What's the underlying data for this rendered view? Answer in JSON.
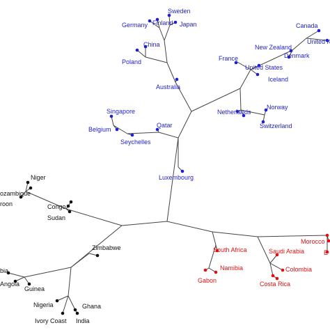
{
  "diagram": {
    "type": "phylogenetic-tree",
    "colors": {
      "edge": "#444444",
      "blue": "#1f1fd1",
      "black": "#111111",
      "red": "#dd1111"
    },
    "clusters": [
      {
        "id": "blue",
        "color": "#1f1fd1",
        "leaves": [
          "Germany",
          "Finland",
          "Sweden",
          "Japan",
          "China",
          "Poland",
          "Australia",
          "Canada",
          "United K",
          "New Zealand",
          "Denmark",
          "France",
          "United States",
          "Iceland",
          "Netherlands",
          "Norway",
          "Switzerland",
          "Singapore",
          "Qatar",
          "Belgium",
          "Seychelles",
          "Luxembourg"
        ]
      },
      {
        "id": "black",
        "color": "#111111",
        "leaves": [
          "Niger",
          "ozambique",
          "roon",
          "Congo",
          "Sudan",
          "Zimbabwe",
          "bia",
          "Angola",
          "Guinea",
          "Nigeria",
          "Ghana",
          "Ivory Coast",
          "India"
        ]
      },
      {
        "id": "red",
        "color": "#dd1111",
        "leaves": [
          "South Africa",
          "Namibia",
          "Gabon",
          "Saudi Arabia",
          "Colombia",
          "Costa Rica",
          "Morocco",
          "E"
        ]
      }
    ]
  }
}
